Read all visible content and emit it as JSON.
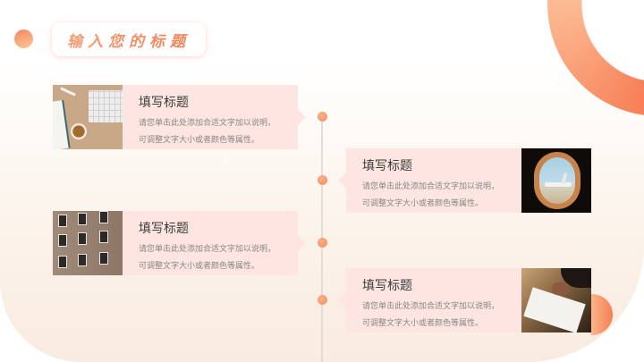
{
  "slide": {
    "title": "输入您的标题",
    "colors": {
      "accent": "#f58b5f",
      "accent_light": "#fdc79e",
      "card_bg": "#fde6e1",
      "background_cream": "#f9ebdf",
      "title_text": "#3b3b3b",
      "body_text": "#8a8585"
    }
  },
  "timeline": {
    "items": [
      {
        "side": "left",
        "title": "填写标题",
        "desc_line1": "请您单击此处添加合适文字加以说明，",
        "desc_line2": "可调整文字大小或者颜色等属性。",
        "image": "desk-with-keyboard-coffee-photo"
      },
      {
        "side": "right",
        "title": "填写标题",
        "desc_line1": "请您单击此处添加合适文字加以说明，",
        "desc_line2": "可调整文字大小或者颜色等属性。",
        "image": "airplane-window-photo"
      },
      {
        "side": "left",
        "title": "填写标题",
        "desc_line1": "请您单击此处添加合适文字加以说明，",
        "desc_line2": "可调整文字大小或者颜色等属性。",
        "image": "building-facade-photo"
      },
      {
        "side": "right",
        "title": "填写标题",
        "desc_line1": "请您单击此处添加合适文字加以说明，",
        "desc_line2": "可调整文字大小或者颜色等属性。",
        "image": "person-writing-notebook-photo"
      }
    ]
  }
}
